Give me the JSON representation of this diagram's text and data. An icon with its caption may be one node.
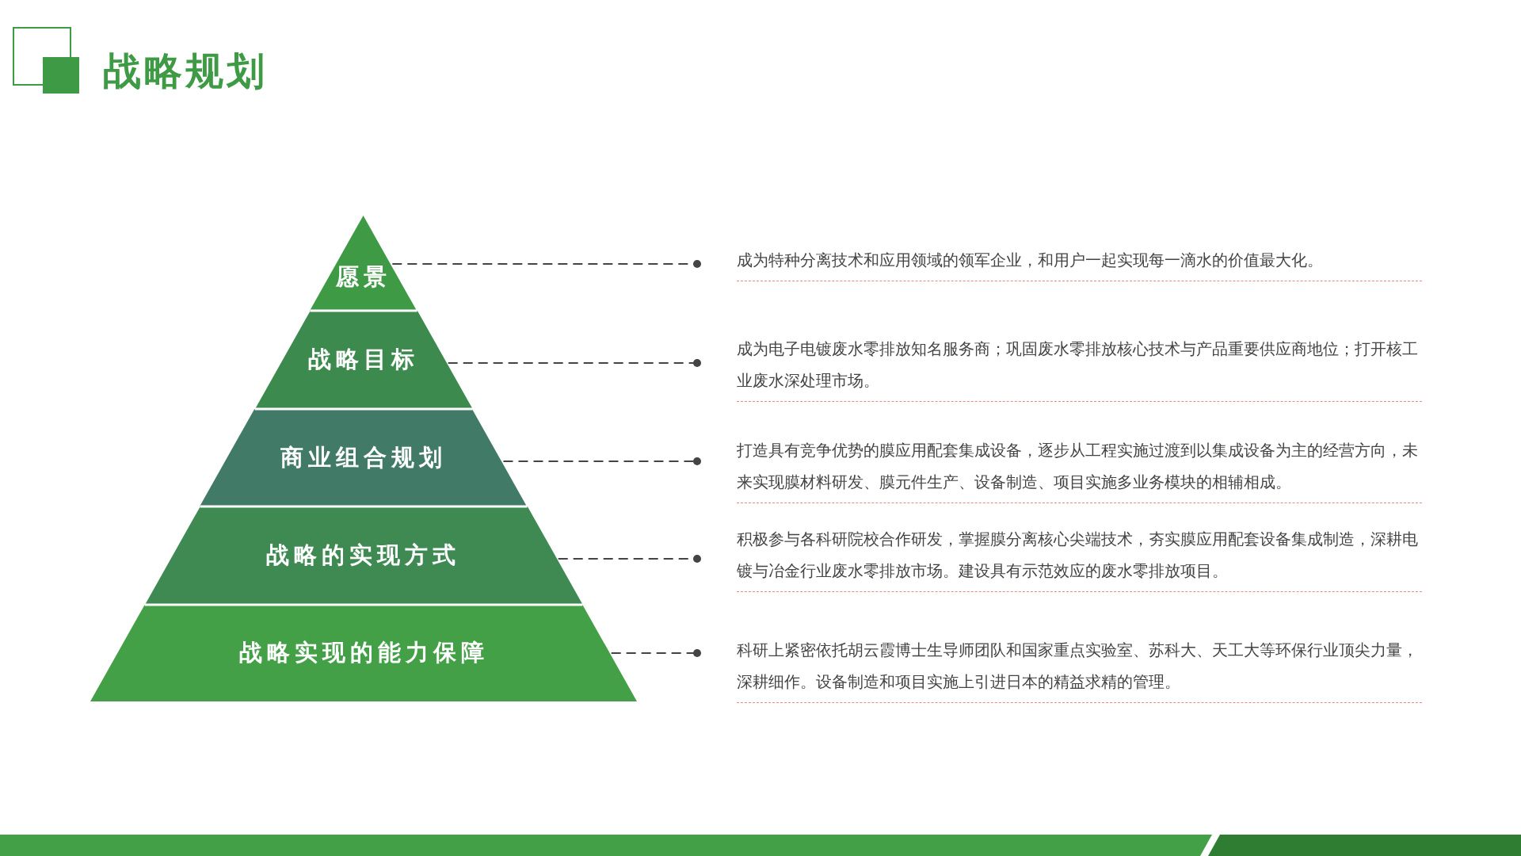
{
  "diagram": {
    "title": "战略规划",
    "nodes": [
      {
        "text": [
          "愿景"
        ]
      },
      {
        "text": [
          "战略目标"
        ]
      },
      {
        "text": [
          "商业组合规划"
        ]
      },
      {
        "text": [
          "战略的实现方式"
        ]
      },
      {
        "text": [
          "战略实现的能力保障"
        ]
      },
      {
        "text": [
          "成为特种分离技术和应用领域的领军企业，和用户一起实现每一滴水的价值最大化。"
        ]
      },
      {
        "text": [
          "成为电子电镀废水零排放知名服务商；巩固废水零排放核心技术与产品重要供应商地位；打开核工业废水深处理市场。"
        ]
      },
      {
        "text": [
          "打造具有竞争优势的膜应用配套集成设备，逐步从工程实施过渡到以集成设备为主的经营方向，未来实现膜材料研发、膜元件生产、设备制造、项目实施多业务模块的相辅相成。"
        ]
      },
      {
        "text": [
          "积极参与各科研院校合作研发，掌握膜分离核心尖端技术，夯实膜应用配套设备集成制造，深耕电镀与冶金行业废水零排放市场。建设具有示范效应的废水零排放项目。"
        ]
      },
      {
        "text": [
          "科研上紧密依托胡云霞博士生导师团队和国家重点实验室、苏科大、天工大等环保行业顶尖力量，深耕细作。设备制造和项目实施上引进日本的精益求精的管理。"
        ]
      }
    ],
    "edges": [
      {
        "from": 0,
        "to": 5,
        "arrow": "other",
        "style": "dashed"
      },
      {
        "from": 1,
        "to": 6,
        "arrow": "other",
        "style": "dashed"
      },
      {
        "from": 2,
        "to": 7,
        "arrow": "other",
        "style": "dashed"
      },
      {
        "from": 3,
        "to": 8,
        "arrow": "other",
        "style": "dashed"
      },
      {
        "from": 4,
        "to": 9,
        "arrow": "other",
        "style": "dashed"
      }
    ]
  }
}
